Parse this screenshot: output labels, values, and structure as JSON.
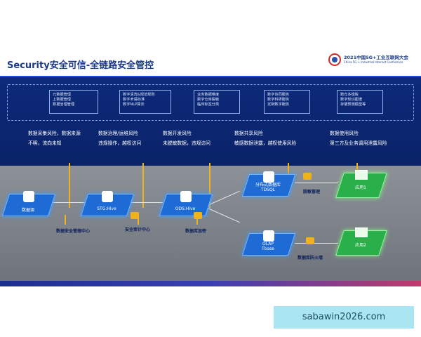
{
  "header": {
    "title": "Security安全可信-全链路安全管控",
    "conference": "2021中国5G+工业互联网大会",
    "conference_en": "China 5G + Industrial Internet Conference"
  },
  "top_boxes": [
    {
      "lines": [
        "元数据管理",
        "上数据管理",
        "数据治理管理"
      ]
    },
    {
      "lines": [
        "数字清洗&规范规则",
        "数字术语标准",
        "数字NLP算法"
      ]
    },
    {
      "lines": [
        "业务数据维度",
        "数字仓库脱敏",
        "临床标签分类"
      ]
    },
    {
      "lines": [
        "数字协同服务",
        "数字科研服务",
        "定制数字服务"
      ]
    },
    {
      "lines": [
        "数仓多模板",
        "数字知识图谱",
        "存量预测模型等"
      ]
    }
  ],
  "risks": [
    {
      "line1": "数据采集风险，数据来源",
      "line2": "不明，流向未知"
    },
    {
      "line1": "数据治理/运维风险",
      "line2": "违规操作，越权访问"
    },
    {
      "line1": "数据开发风险",
      "line2": "未脱敏数据，违规访问"
    },
    {
      "line1": "数据共享风险",
      "line2": "敏感数据泄露，越权使用风险"
    },
    {
      "line1": "数据使用风险",
      "line2": "第三方及业务调用泄露风险"
    }
  ],
  "nodes": {
    "source": "数据源",
    "stg": "STG:Hive",
    "ods": "ODS:Hive",
    "tdsql_l1": "分布式数据库",
    "tdsql_l2": "TDSQL",
    "olap_l1": "OLAP",
    "olap_l2": "Tbase",
    "app1": "应用1",
    "app2": "应用2"
  },
  "annotations": {
    "data_security_center": "数据安全管理中心",
    "audit_center": "安全审计中心",
    "db_encrypt": "数据库加密",
    "desensitize": "脱敏管理",
    "db_firewall": "数据库防火墙"
  },
  "watermark": "sabawin2026.com",
  "colors": {
    "brand_blue": "#0d2a7a",
    "node_blue": "#1e6bd6",
    "node_green": "#2ab04a",
    "accent_yellow": "#f0b21a"
  }
}
